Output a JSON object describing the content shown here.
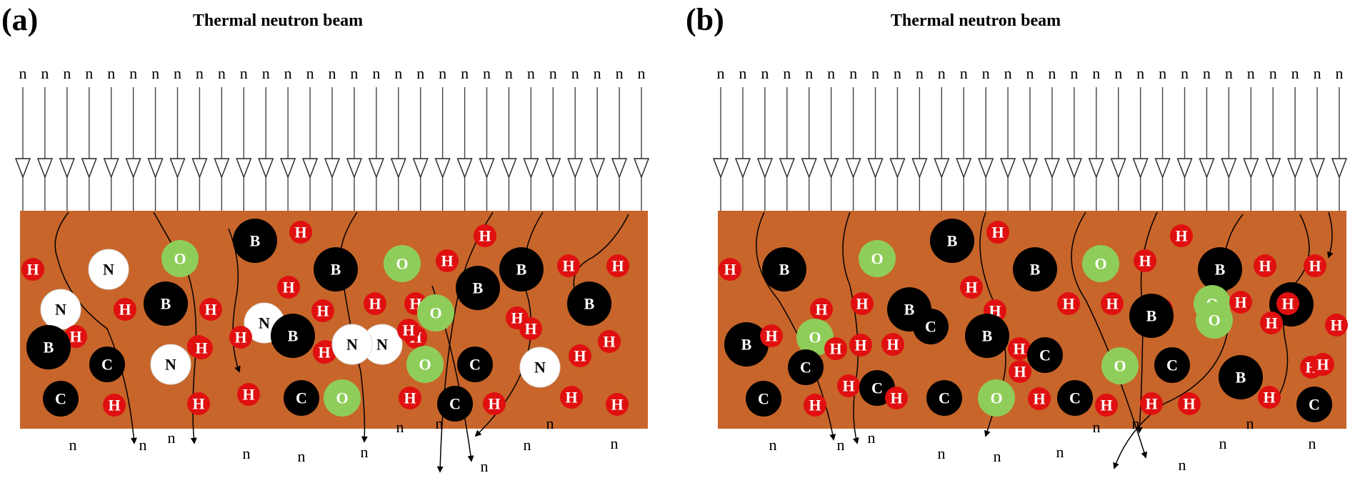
{
  "colors": {
    "slab": "#c8652a",
    "carbon_boron": "#000000",
    "hydrogen": "#e01010",
    "oxygen": "#8fcd5a",
    "nitrogen": "#ffffff",
    "path": "#000000"
  },
  "panels": [
    {
      "id": "a",
      "label": "(a)",
      "title": "Thermal neutron beam",
      "incident_label": "n",
      "outgoing_label": "n",
      "atoms": [
        {
          "el": "H"
        },
        {
          "el": "N"
        },
        {
          "el": "O"
        },
        {
          "el": "B"
        },
        {
          "el": "H"
        },
        {
          "el": "B"
        },
        {
          "el": "O"
        },
        {
          "el": "H"
        },
        {
          "el": "H"
        },
        {
          "el": "B"
        },
        {
          "el": "H"
        },
        {
          "el": "H"
        },
        {
          "el": "N"
        },
        {
          "el": "H"
        },
        {
          "el": "B"
        },
        {
          "el": "H"
        },
        {
          "el": "H"
        },
        {
          "el": "H"
        },
        {
          "el": "H"
        },
        {
          "el": "H"
        },
        {
          "el": "B"
        },
        {
          "el": "O"
        },
        {
          "el": "H"
        },
        {
          "el": "B"
        },
        {
          "el": "N"
        },
        {
          "el": "H"
        },
        {
          "el": "H"
        },
        {
          "el": "H"
        },
        {
          "el": "N"
        },
        {
          "el": "B"
        },
        {
          "el": "N"
        },
        {
          "el": "H"
        },
        {
          "el": "H"
        },
        {
          "el": "H"
        },
        {
          "el": "B"
        },
        {
          "el": "H"
        },
        {
          "el": "B"
        },
        {
          "el": "H"
        },
        {
          "el": "C"
        },
        {
          "el": "N"
        },
        {
          "el": "H"
        },
        {
          "el": "H"
        },
        {
          "el": "O"
        },
        {
          "el": "C"
        },
        {
          "el": "H"
        },
        {
          "el": "N"
        },
        {
          "el": "H"
        },
        {
          "el": "C"
        },
        {
          "el": "H"
        },
        {
          "el": "H"
        },
        {
          "el": "C"
        },
        {
          "el": "O"
        },
        {
          "el": "H"
        },
        {
          "el": "C"
        },
        {
          "el": "H"
        },
        {
          "el": "H"
        },
        {
          "el": "H"
        },
        {
          "el": "H"
        },
        {
          "el": "C"
        }
      ],
      "incident_count": 29,
      "outgoing_count": 12
    },
    {
      "id": "b",
      "label": "(b)",
      "title": "Thermal neutron beam",
      "incident_label": "n",
      "outgoing_label": "n",
      "atoms": [
        {
          "el": "H"
        },
        {
          "el": "B"
        },
        {
          "el": "O"
        },
        {
          "el": "B"
        },
        {
          "el": "H"
        },
        {
          "el": "B"
        },
        {
          "el": "O"
        },
        {
          "el": "H"
        },
        {
          "el": "H"
        },
        {
          "el": "B"
        },
        {
          "el": "H"
        },
        {
          "el": "H"
        },
        {
          "el": "H"
        },
        {
          "el": "H"
        },
        {
          "el": "B"
        },
        {
          "el": "H"
        },
        {
          "el": "H"
        },
        {
          "el": "H"
        },
        {
          "el": "H"
        },
        {
          "el": "H"
        },
        {
          "el": "O"
        },
        {
          "el": "H"
        },
        {
          "el": "B"
        },
        {
          "el": "H"
        },
        {
          "el": "B"
        },
        {
          "el": "H"
        },
        {
          "el": "O"
        },
        {
          "el": "H"
        },
        {
          "el": "H"
        },
        {
          "el": "C"
        },
        {
          "el": "B"
        },
        {
          "el": "H"
        },
        {
          "el": "B"
        },
        {
          "el": "O"
        },
        {
          "el": "H"
        },
        {
          "el": "H"
        },
        {
          "el": "C"
        },
        {
          "el": "H"
        },
        {
          "el": "C"
        },
        {
          "el": "O"
        },
        {
          "el": "C"
        },
        {
          "el": "H"
        },
        {
          "el": "B"
        },
        {
          "el": "H"
        },
        {
          "el": "H"
        },
        {
          "el": "C"
        },
        {
          "el": "H"
        },
        {
          "el": "H"
        },
        {
          "el": "C"
        },
        {
          "el": "H"
        },
        {
          "el": "C"
        },
        {
          "el": "O"
        },
        {
          "el": "H"
        },
        {
          "el": "C"
        },
        {
          "el": "H"
        },
        {
          "el": "H"
        },
        {
          "el": "H"
        },
        {
          "el": "H"
        },
        {
          "el": "C"
        }
      ],
      "incident_count": 29,
      "outgoing_count": 12
    }
  ]
}
